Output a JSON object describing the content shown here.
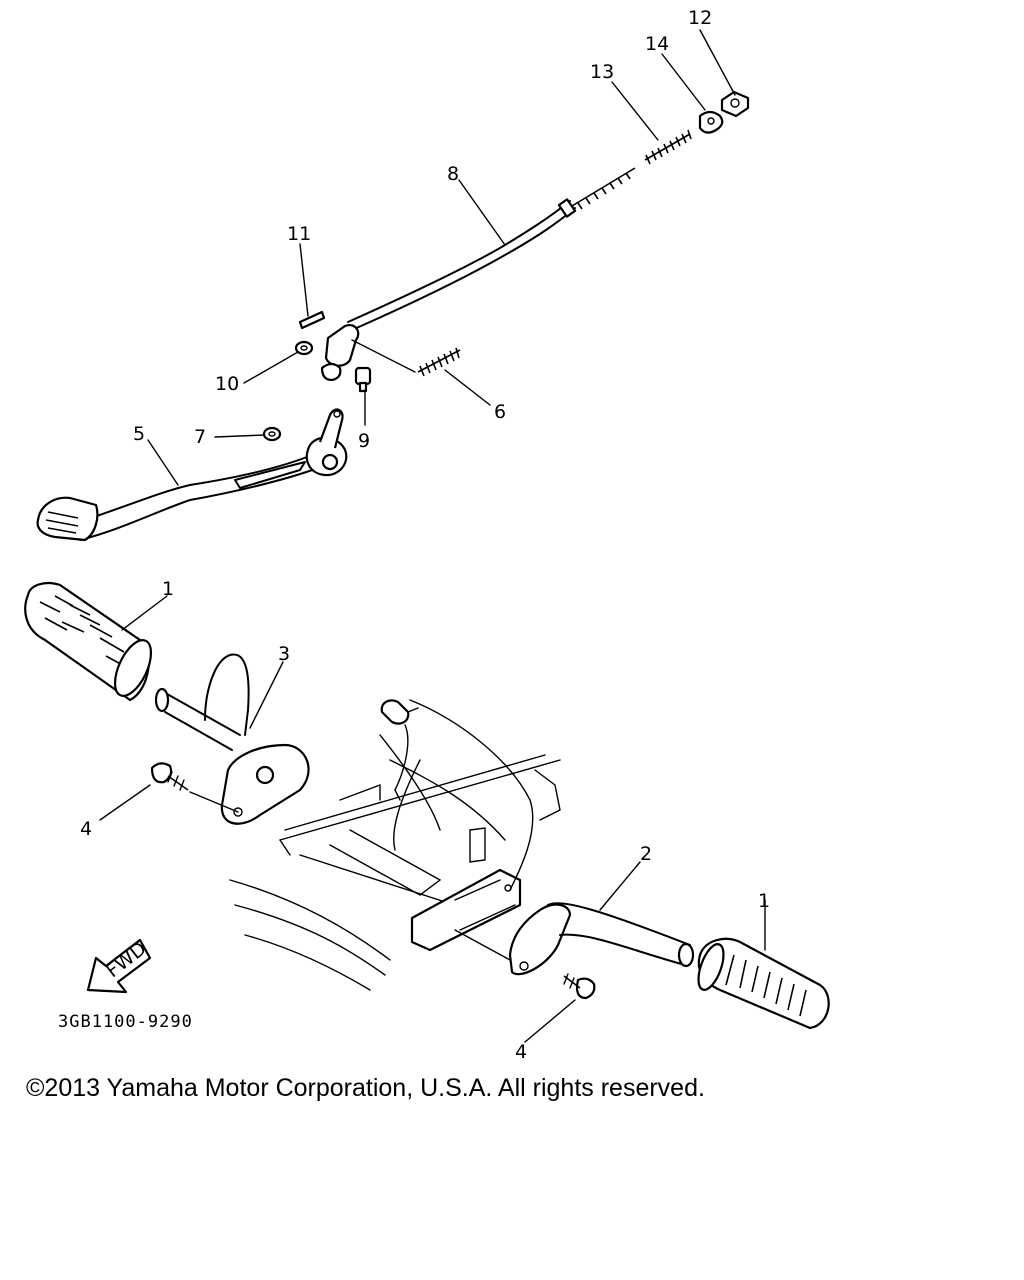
{
  "diagram": {
    "callouts": [
      "1",
      "1",
      "2",
      "3",
      "4",
      "4",
      "5",
      "6",
      "7",
      "8",
      "9",
      "10",
      "11",
      "12",
      "13",
      "14"
    ],
    "fwd_label": "FWD",
    "drawing_code": "3GB1100-9290"
  },
  "footer": {
    "copyright": "©2013 Yamaha Motor Corporation, U.S.A. All rights reserved."
  }
}
